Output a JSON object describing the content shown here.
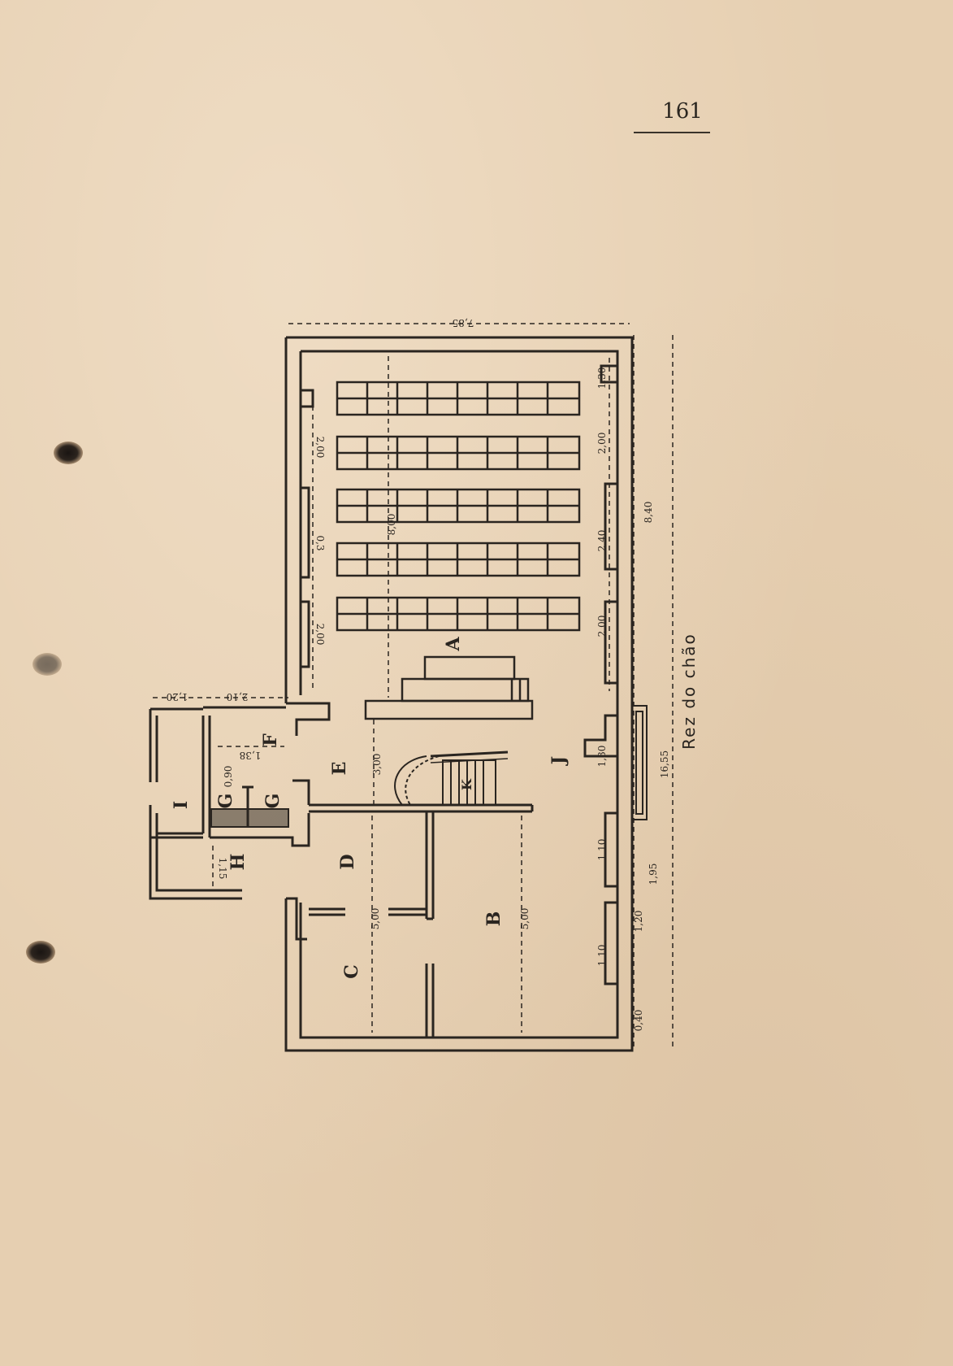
{
  "page": {
    "number": "161",
    "caption": "Rez do chão"
  },
  "rooms": {
    "A": "A",
    "B": "B",
    "C": "C",
    "D": "D",
    "E": "E",
    "F": "F",
    "G1": "G",
    "G2": "G",
    "H": "H",
    "I": "I",
    "J": "J",
    "K": "K"
  },
  "dimensions": {
    "total_width": "7,85",
    "total_length": "16,55",
    "side_8_40": "8,40",
    "side_2_00_a": "2,00",
    "side_2_40": "2,40",
    "side_2_00_b": "2,00",
    "side_1_30": "1,30",
    "top_2_00_a": "2,00",
    "top_2_00_b": "2,00",
    "top_0_3": "0,3",
    "hall_8_00": "8,00",
    "hall_3_00": "3,00",
    "room_5_00_a": "5,00",
    "room_5_00_b": "5,00",
    "wing_2_10": "2,10",
    "wing_1_20": "1,20",
    "wing_1_15": "1,15",
    "wing_1_38": "1,38",
    "wing_0_90": "0,90",
    "win_1_10_a": "1,10",
    "win_1_10_b": "1,10",
    "win_1_20": "1,20",
    "win_1_30": "1,30",
    "win_1_95": "1,95",
    "win_0_40": "0,40"
  },
  "colors": {
    "paper": "#e6cfb1",
    "ink": "#2a2520"
  }
}
